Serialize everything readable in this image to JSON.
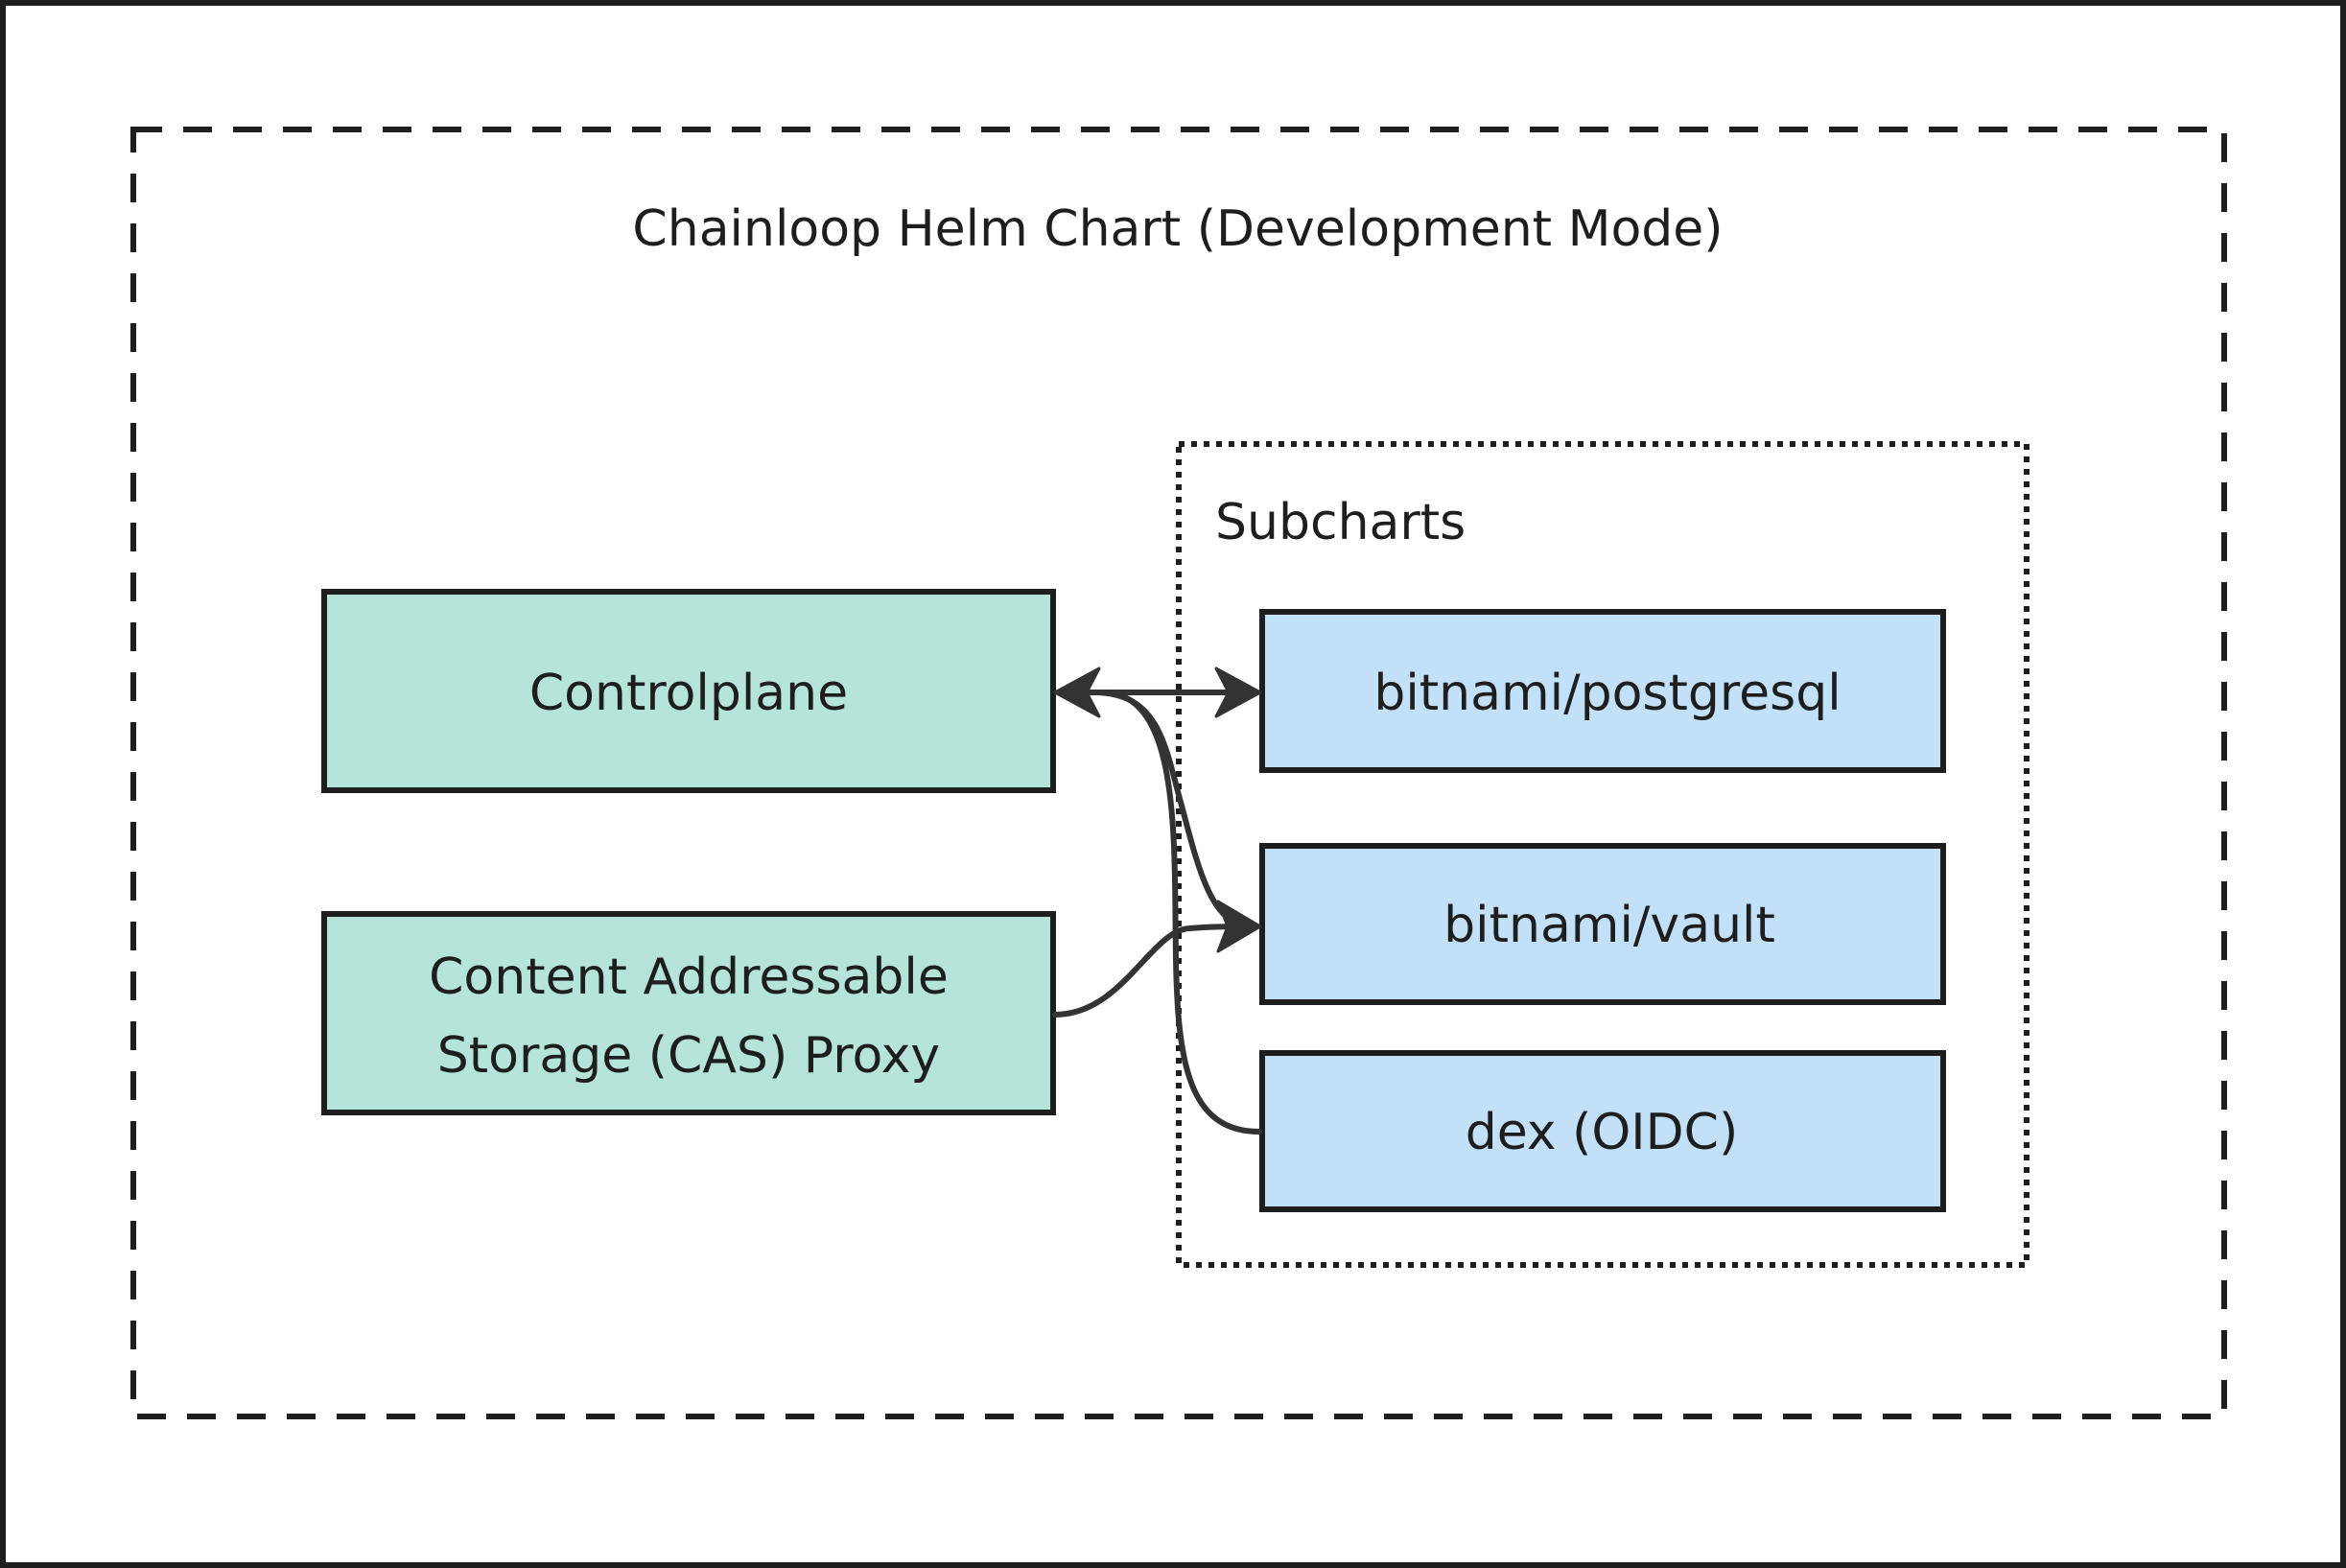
{
  "diagram": {
    "title": "Chainloop Helm Chart (Development Mode)",
    "subcharts_label": "Subcharts",
    "nodes": {
      "controlplane": {
        "label": "Controlplane"
      },
      "cas_proxy": {
        "label_line1": "Content Addressable",
        "label_line2": "Storage (CAS) Proxy"
      },
      "postgresql": {
        "label": "bitnami/postgresql"
      },
      "vault": {
        "label": "bitnami/vault"
      },
      "dex": {
        "label": "dex (OIDC)"
      }
    },
    "edges": [
      {
        "from": "controlplane",
        "to": "postgresql",
        "direction": "both"
      },
      {
        "from": "controlplane",
        "to": "vault",
        "direction": "both"
      },
      {
        "from": "cas_proxy",
        "to": "vault",
        "direction": "forward"
      },
      {
        "from": "dex",
        "to": "controlplane",
        "direction": "forward"
      }
    ],
    "colors": {
      "primary_fill": "#b4e4da",
      "subchart_fill": "#c2e0f8",
      "stroke": "#1e1e1e",
      "arrow": "#333333",
      "background": "#ffffff"
    }
  }
}
